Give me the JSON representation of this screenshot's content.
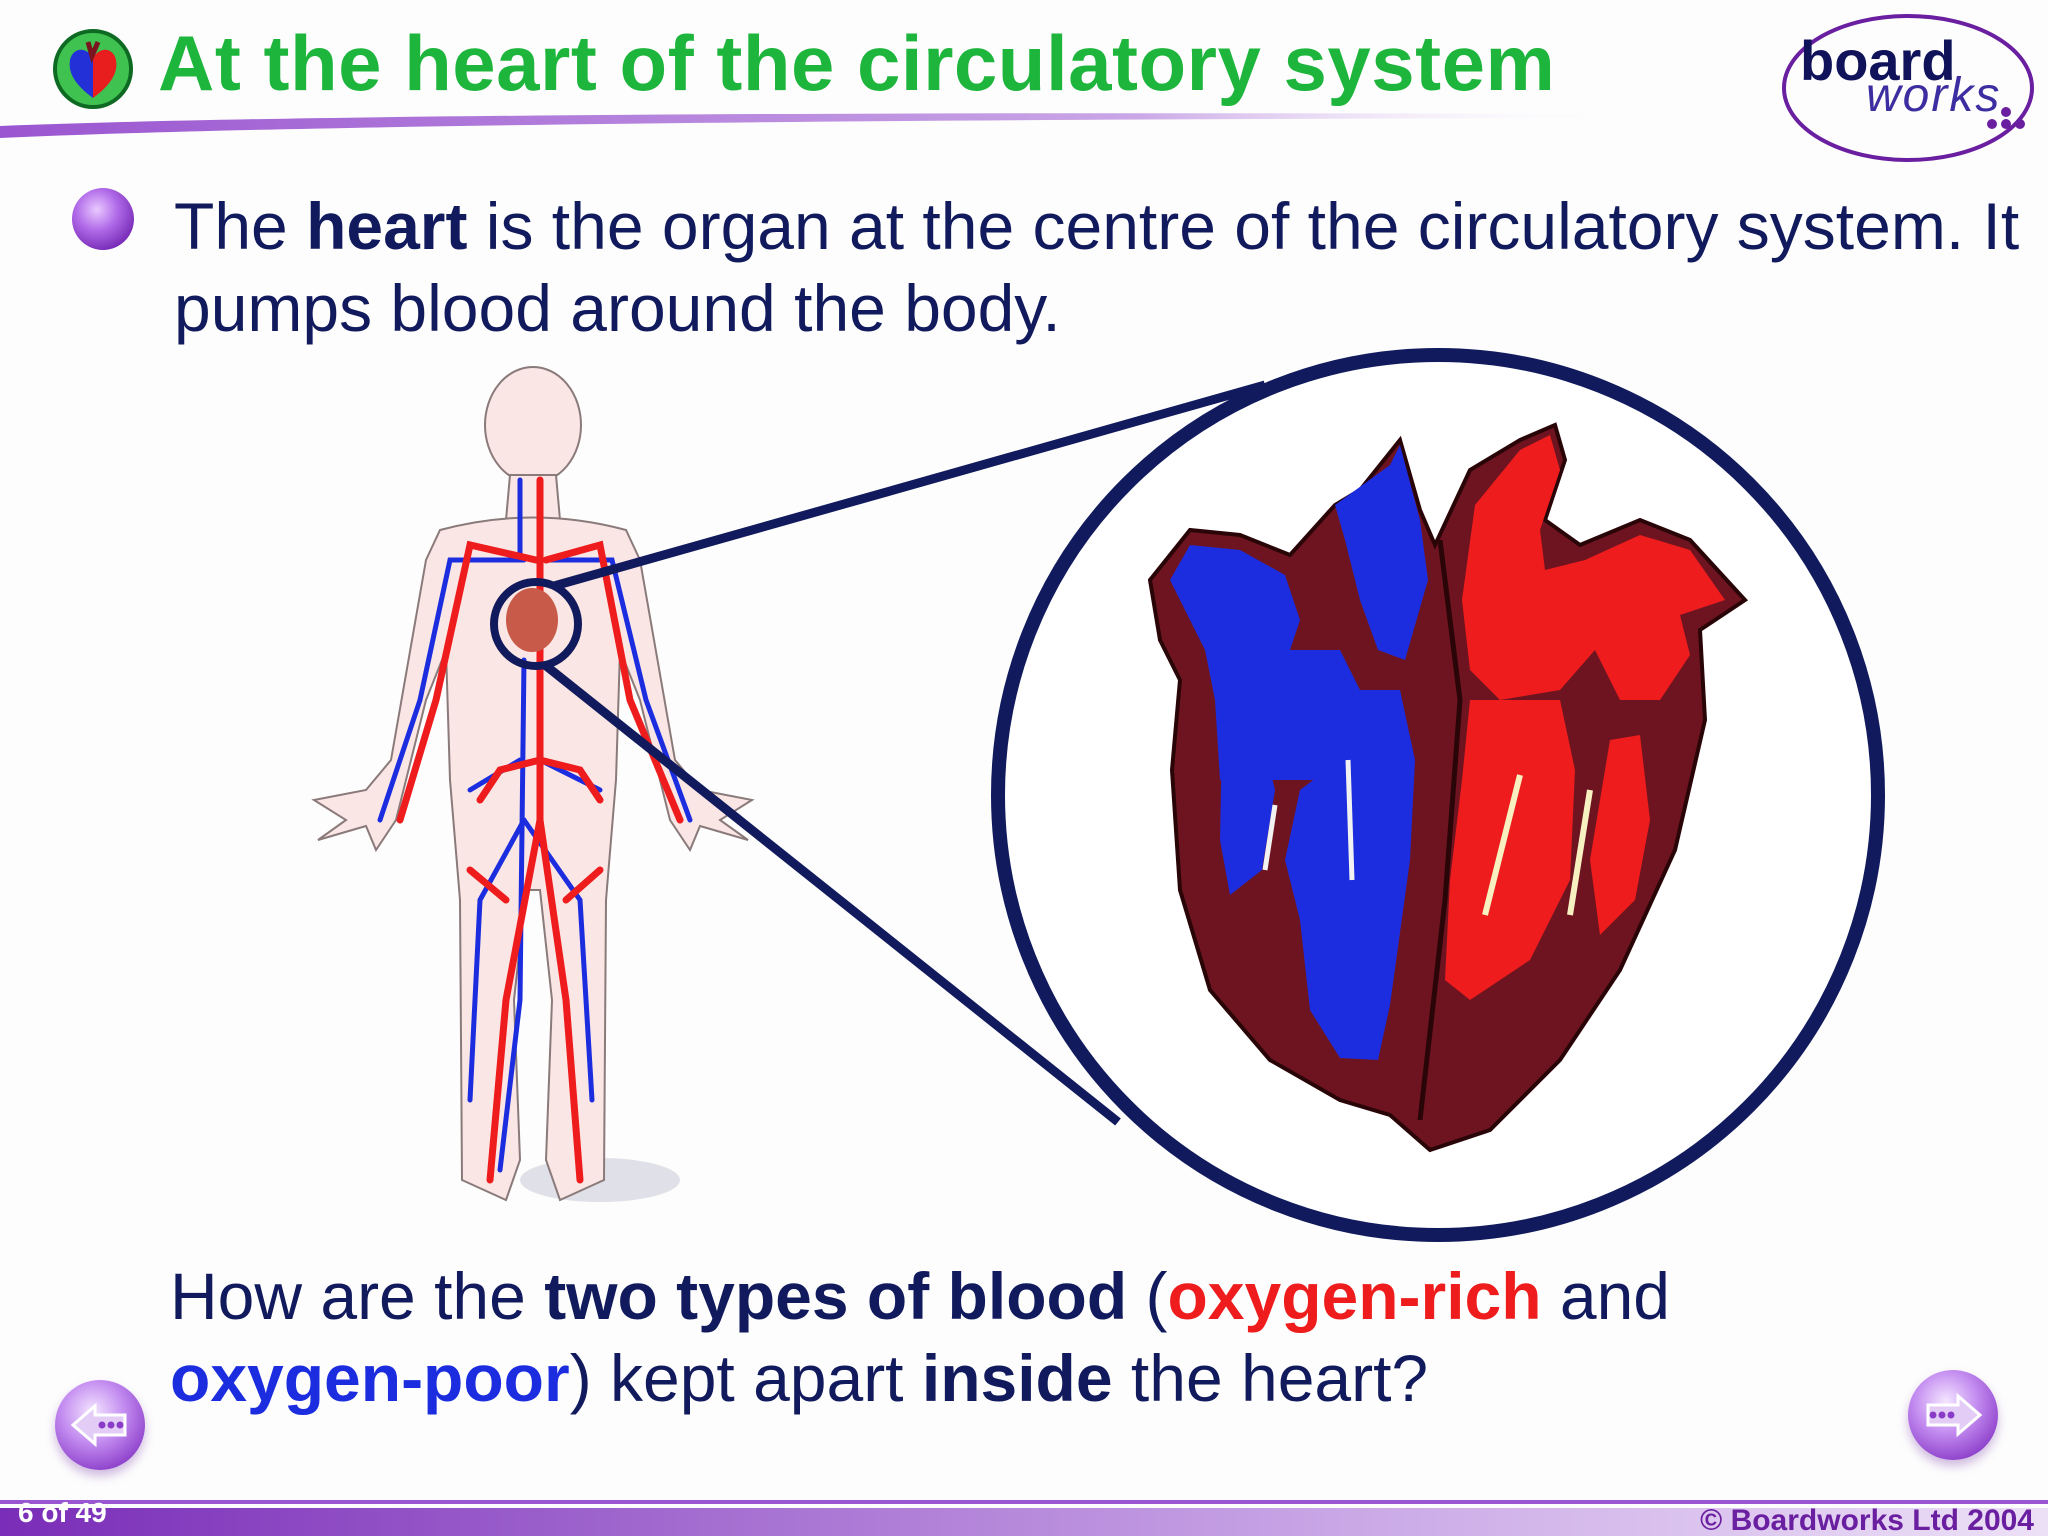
{
  "slide": {
    "title": "At the heart of the circulatory system",
    "logo": {
      "line1": "board",
      "line2": "works"
    },
    "intro": {
      "part1": "The ",
      "bold1": "heart",
      "part2": " is the organ at the centre of the circulatory system. It pumps blood around the body."
    },
    "question": {
      "p1": "How are the ",
      "b1": "two types of blood",
      "p2": " (",
      "red": "oxygen-rich",
      "p3": " and ",
      "blue": "oxygen-poor",
      "p4": ") kept apart ",
      "b2": "inside",
      "p5": " the heart?"
    },
    "page_number": "6 of 49",
    "copyright": "© Boardworks Ltd 2004"
  },
  "colors": {
    "title": "#1db53c",
    "text": "#111a5c",
    "oxygen_rich": "#ee1c1c",
    "oxygen_poor": "#1c2de0",
    "accent": "#8a3cc8",
    "heart_muscle": "#6e1420"
  },
  "icons": {
    "title": "heart-icon",
    "prev": "previous-arrow-icon",
    "next": "next-arrow-icon"
  }
}
